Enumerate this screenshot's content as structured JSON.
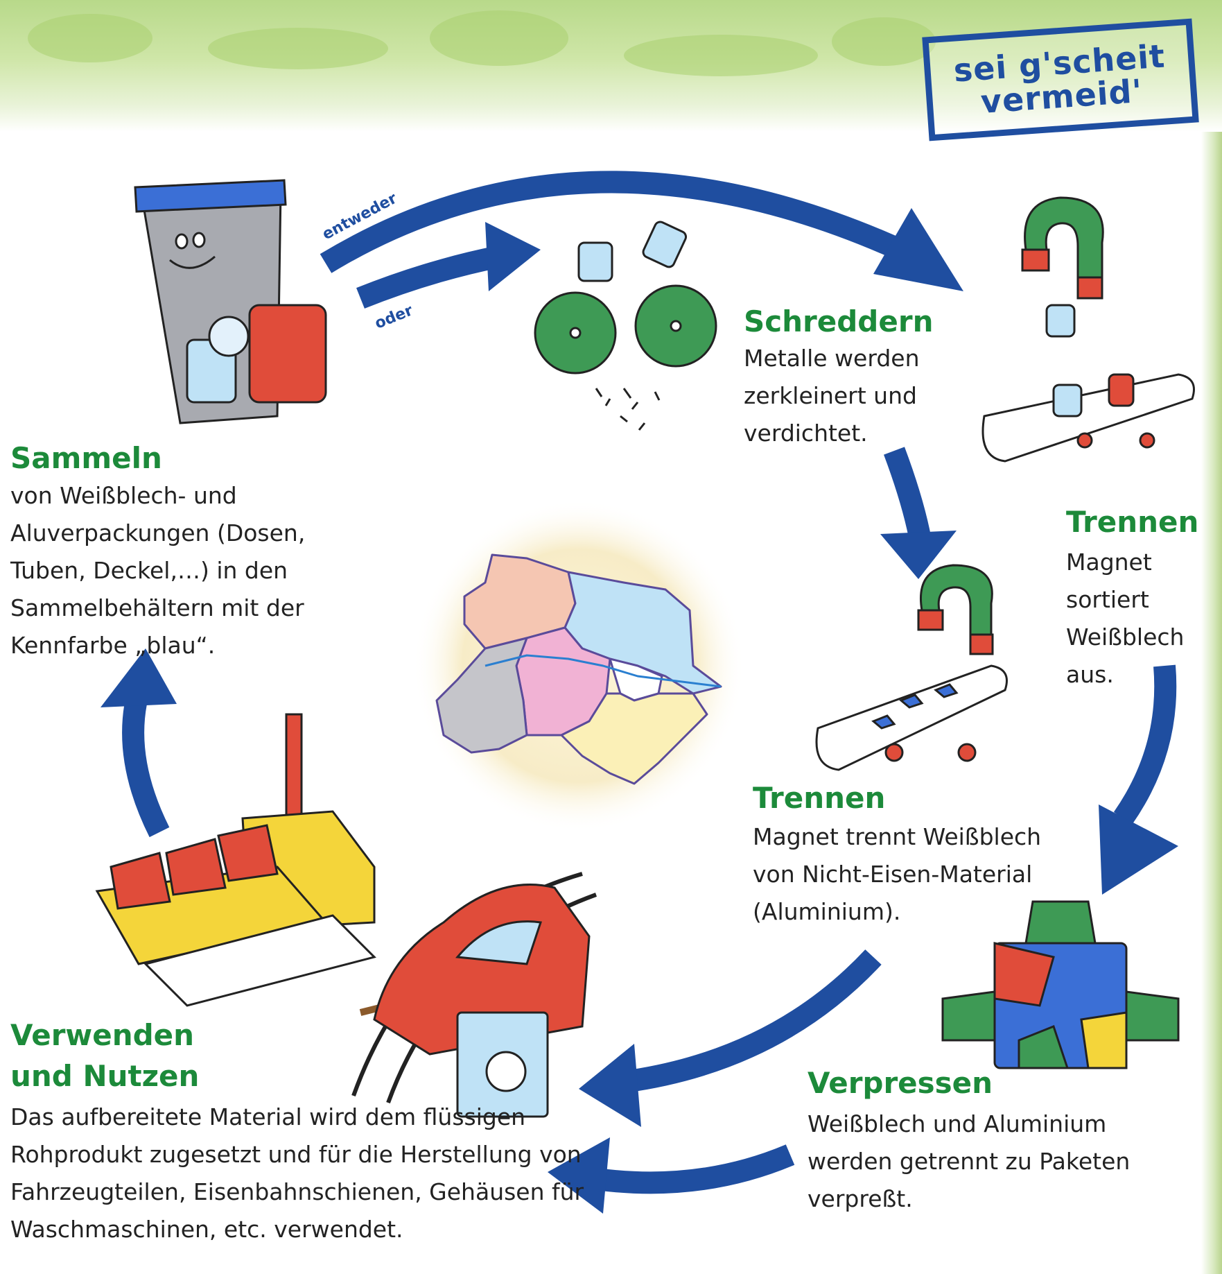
{
  "stamp": {
    "line1": "sei g'scheit",
    "line2": "vermeid'"
  },
  "arrows": {
    "either": "entweder",
    "or": "oder"
  },
  "steps": {
    "collect": {
      "title": "Sammeln",
      "text": "von Weißblech- und Aluverpackungen (Dosen, Tuben, Deckel,…) in den Sammelbehältern mit der Kennfarbe „blau“."
    },
    "shred": {
      "title": "Schreddern",
      "text": "Metalle werden zerkleinert und verdichtet."
    },
    "separate_sort": {
      "title": "Trennen",
      "text": "Magnet sortiert Weißblech aus."
    },
    "separate_split": {
      "title": "Trennen",
      "text": "Magnet trennt Weißblech von Nicht-Eisen-Material (Aluminium)."
    },
    "press": {
      "title": "Verpressen",
      "text": "Weißblech und Aluminium werden getrennt zu Paketen verpreßt."
    },
    "use": {
      "title_line1": "Verwenden",
      "title_line2": "und Nutzen",
      "text": "Das aufbereitete Material wird dem flüssigen Rohprodukt zugesetzt und für die Herstellung von Fahrzeugteilen, Eisenbahnschienen, Gehäusen für Waschmaschinen, etc. verwendet."
    }
  },
  "colors": {
    "arrow": "#1f4ea0",
    "title": "#1c8a3a",
    "text": "#222222"
  }
}
